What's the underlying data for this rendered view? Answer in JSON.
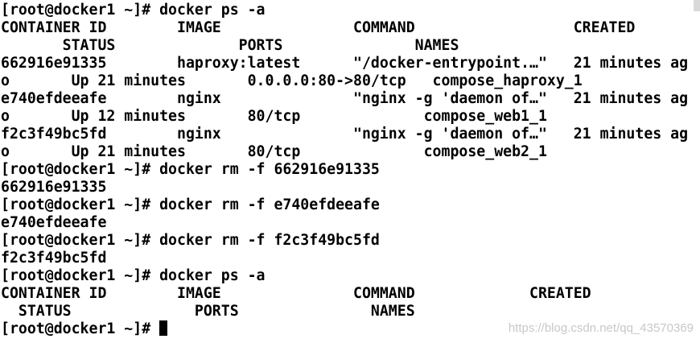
{
  "terminal": {
    "lines": [
      "[root@docker1 ~]# docker ps -a",
      "CONTAINER ID        IMAGE               COMMAND                  CREATED",
      "       STATUS              PORTS               NAMES",
      "662916e91335        haproxy:latest      \"/docker-entrypoint.…\"   21 minutes ag",
      "o       Up 21 minutes       0.0.0.0:80->80/tcp   compose_haproxy_1",
      "e740efdeeafe        nginx               \"nginx -g 'daemon of…\"   21 minutes ag",
      "o       Up 12 minutes       80/tcp              compose_web1_1",
      "f2c3f49bc5fd        nginx               \"nginx -g 'daemon of…\"   21 minutes ag",
      "o       Up 21 minutes       80/tcp              compose_web2_1",
      "[root@docker1 ~]# docker rm -f 662916e91335",
      "662916e91335",
      "[root@docker1 ~]# docker rm -f e740efdeeafe",
      "e740efdeeafe",
      "[root@docker1 ~]# docker rm -f f2c3f49bc5fd",
      "f2c3f49bc5fd",
      "[root@docker1 ~]# docker ps -a",
      "CONTAINER ID        IMAGE               COMMAND             CREATED",
      "  STATUS              PORTS               NAMES"
    ],
    "prompt": "[root@docker1 ~]# "
  },
  "watermark": "https://blog.csdn.net/qq_43570369",
  "colors": {
    "background": "#ffffff",
    "text": "#000000",
    "watermark": "#c8c8c8"
  }
}
